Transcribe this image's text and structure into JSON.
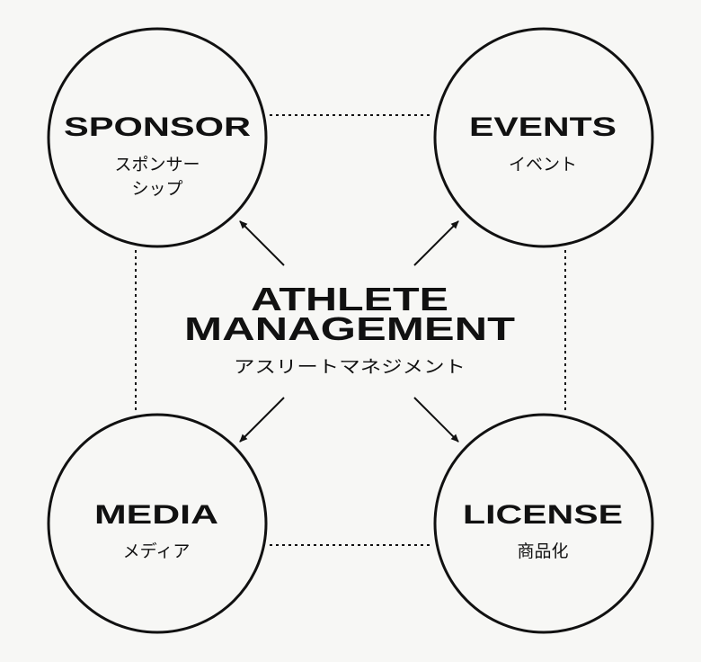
{
  "center": {
    "title_line1": "ATHLETE",
    "title_line2": "MANAGEMENT",
    "subtitle": "アスリートマネジメント"
  },
  "nodes": {
    "sponsor": {
      "title": "SPONSOR",
      "sub1": "スポンサー",
      "sub2": "シップ"
    },
    "events": {
      "title": "EVENTS",
      "sub1": "イベント"
    },
    "media": {
      "title": "MEDIA",
      "sub1": "メディア"
    },
    "license": {
      "title": "LICENSE",
      "sub1": "商品化"
    }
  },
  "colors": {
    "background": "#f7f7f5",
    "ink": "#111111"
  }
}
